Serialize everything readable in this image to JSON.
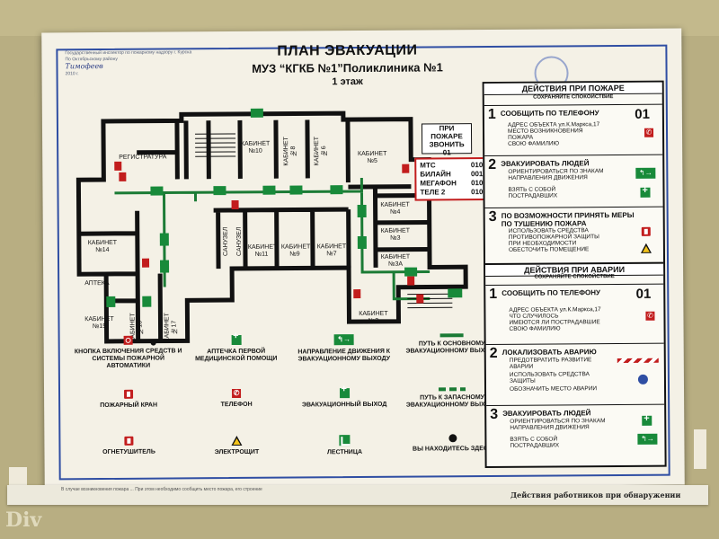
{
  "poster": {
    "title": "ПЛАН ЭВАКУАЦИИ",
    "subtitle": "МУЗ “КГКБ №1”Поликлиника №1",
    "floor": "1 этаж",
    "approval_left": [
      "Государственный инспектор по пожарному надзору г. Курска",
      "По Октябрьскому району"
    ],
    "approval_sign": "Тимофеев",
    "approval_date": "2010 г."
  },
  "colors": {
    "accent_frame": "#2f4ea3",
    "fire_red": "#c21d1d",
    "exit_green": "#188a3a",
    "warning_yellow": "#f2c21a"
  },
  "plan": {
    "rooms": [
      {
        "id": "reg",
        "label": "РЕГИСТРАТУРА"
      },
      {
        "id": "k10",
        "label": "КАБИНЕТ №10"
      },
      {
        "id": "k8",
        "label": "КАБИНЕТ №8"
      },
      {
        "id": "k6",
        "label": "КАБИНЕТ №6"
      },
      {
        "id": "k5",
        "label": "КАБИНЕТ №5"
      },
      {
        "id": "k4",
        "label": "КАБИНЕТ №4"
      },
      {
        "id": "k3",
        "label": "КАБИНЕТ №3"
      },
      {
        "id": "k3a",
        "label": "КАБИНЕТ №3А"
      },
      {
        "id": "k2",
        "label": "КАБИНЕТ №2"
      },
      {
        "id": "k14",
        "label": "КАБИНЕТ №14"
      },
      {
        "id": "apt",
        "label": "АПТЕКА"
      },
      {
        "id": "k15",
        "label": "КАБИНЕТ №15"
      },
      {
        "id": "k16",
        "label": "КАБИНЕТ №16"
      },
      {
        "id": "k17",
        "label": "КАБИНЕТ №17"
      },
      {
        "id": "san1",
        "label": "САНУЗЕЛ"
      },
      {
        "id": "san2",
        "label": "САНУЗЕЛ"
      },
      {
        "id": "k11",
        "label": "КАБИНЕТ №11"
      },
      {
        "id": "k9",
        "label": "КАБИНЕТ №9"
      },
      {
        "id": "k7",
        "label": "КАБИНЕТ №7"
      }
    ],
    "fire_call": {
      "line1": "ПРИ ПОЖАРЕ",
      "line2": "ЗВОНИТЬ",
      "number": "01"
    },
    "operators": [
      {
        "name": "МТС",
        "number": "010"
      },
      {
        "name": "БИЛАЙН",
        "number": "001"
      },
      {
        "name": "МЕГАФОН",
        "number": "010"
      },
      {
        "name": "ТЕЛЕ 2",
        "number": "010"
      }
    ]
  },
  "legend": [
    {
      "icon": "fire-alarm-button-icon",
      "label": "КНОПКА ВКЛЮЧЕНИЯ СРЕДСТВ И СИСТЕМЫ ПОЖАРНОЙ АВТОМАТИКИ"
    },
    {
      "icon": "first-aid-icon",
      "label": "АПТЕЧКА ПЕРВОЙ МЕДИЦИНСКОЙ ПОМОЩИ"
    },
    {
      "icon": "direction-arrow-icon",
      "label": "НАПРАВЛЕНИЕ ДВИЖЕНИЯ К ЭВАКУАЦИОННОМУ ВЫХОДУ"
    },
    {
      "icon": "main-path-icon",
      "label": "ПУТЬ К ОСНОВНОМУ ЭВАКУАЦИОННОМУ ВЫХОДУ"
    },
    {
      "icon": "fire-hydrant-icon",
      "label": "ПОЖАРНЫЙ КРАН"
    },
    {
      "icon": "telephone-icon",
      "label": "ТЕЛЕФОН"
    },
    {
      "icon": "emergency-exit-icon",
      "label": "ЭВАКУАЦИОННЫЙ ВЫХОД"
    },
    {
      "icon": "backup-path-icon",
      "label": "ПУТЬ К ЗАПАСНОМУ ЭВАКУАЦИОННОМУ ВЫХОДУ"
    },
    {
      "icon": "extinguisher-icon",
      "label": "ОГНЕТУШИТЕЛЬ"
    },
    {
      "icon": "electrical-panel-icon",
      "label": "ЭЛЕКТРОЩИТ"
    },
    {
      "icon": "stairs-icon",
      "label": "ЛЕСТНИЦА"
    },
    {
      "icon": "you-are-here-icon",
      "label": "ВЫ НАХОДИТЕСЬ ЗДЕСЬ"
    }
  ],
  "fire_actions": {
    "title": "ДЕЙСТВИЯ ПРИ ПОЖАРЕ",
    "subtitle": "СОХРАНЯЙТЕ СПОКОЙСТВИЕ",
    "steps": [
      {
        "num": "1",
        "label": "СООБЩИТЬ ПО ТЕЛЕФОНУ",
        "phone": "01",
        "lines": [
          "АДРЕС ОБЪЕКТА  ул.К.Маркса,17",
          "МЕСТО ВОЗНИКНОВЕНИЯ",
          "ПОЖАРА",
          "СВОЮ ФАМИЛИЮ"
        ]
      },
      {
        "num": "2",
        "label": "ЭВАКУИРОВАТЬ ЛЮДЕЙ",
        "lines": [
          "ОРИЕНТИРОВАТЬСЯ ПО ЗНАКАМ",
          "НАПРАВЛЕНИЯ ДВИЖЕНИЯ",
          "ВЗЯТЬ С СОБОЙ",
          "ПОСТРАДАВШИХ"
        ]
      },
      {
        "num": "3",
        "label": "ПО ВОЗМОЖНОСТИ ПРИНЯТЬ МЕРЫ ПО ТУШЕНИЮ ПОЖАРА",
        "lines": [
          "ИСПОЛЬЗОВАТЬ СРЕДСТВА",
          "ПРОТИВОПОЖАРНОЙ ЗАЩИТЫ",
          "ПРИ НЕОБХОДИМОСТИ",
          "ОБЕСТОЧИТЬ ПОМЕЩЕНИЕ"
        ]
      }
    ]
  },
  "accident_actions": {
    "title": "ДЕЙСТВИЯ ПРИ АВАРИИ",
    "subtitle": "СОХРАНЯЙТЕ СПОКОЙСТВИЕ",
    "steps": [
      {
        "num": "1",
        "label": "СООБЩИТЬ ПО ТЕЛЕФОНУ",
        "phone": "01",
        "lines": [
          "АДРЕС ОБЪЕКТА  ул.К.Маркса,17",
          "ЧТО СЛУЧИЛОСЬ",
          "ИМЕЮТСЯ ЛИ ПОСТРАДАВШИЕ",
          "СВОЮ ФАМИЛИЮ"
        ]
      },
      {
        "num": "2",
        "label": "ЛОКАЛИЗОВАТЬ АВАРИЮ",
        "lines": [
          "ПРЕДОТВРАТИТЬ РАЗВИТИЕ",
          "АВАРИИ",
          "ИСПОЛЬЗОВАТЬ СРЕДСТВА",
          "ЗАЩИТЫ",
          "ОБОЗНАЧИТЬ МЕСТО АВАРИИ"
        ]
      },
      {
        "num": "3",
        "label": "ЭВАКУИРОВАТЬ ЛЮДЕЙ",
        "lines": [
          "ОРИЕНТИРОВАТЬСЯ ПО ЗНАКАМ",
          "НАПРАВЛЕНИЯ ДВИЖЕНИЯ",
          "ВЗЯТЬ С СОБОЙ",
          "ПОСТРАДАВШИХ"
        ]
      }
    ]
  },
  "bottom_sheet": {
    "left_text": "В случае возникновения пожара ... При этом необходимо сообщить место пожара, его строение",
    "right_text": "Действия работников при обнаружении"
  },
  "watermark": "Div"
}
